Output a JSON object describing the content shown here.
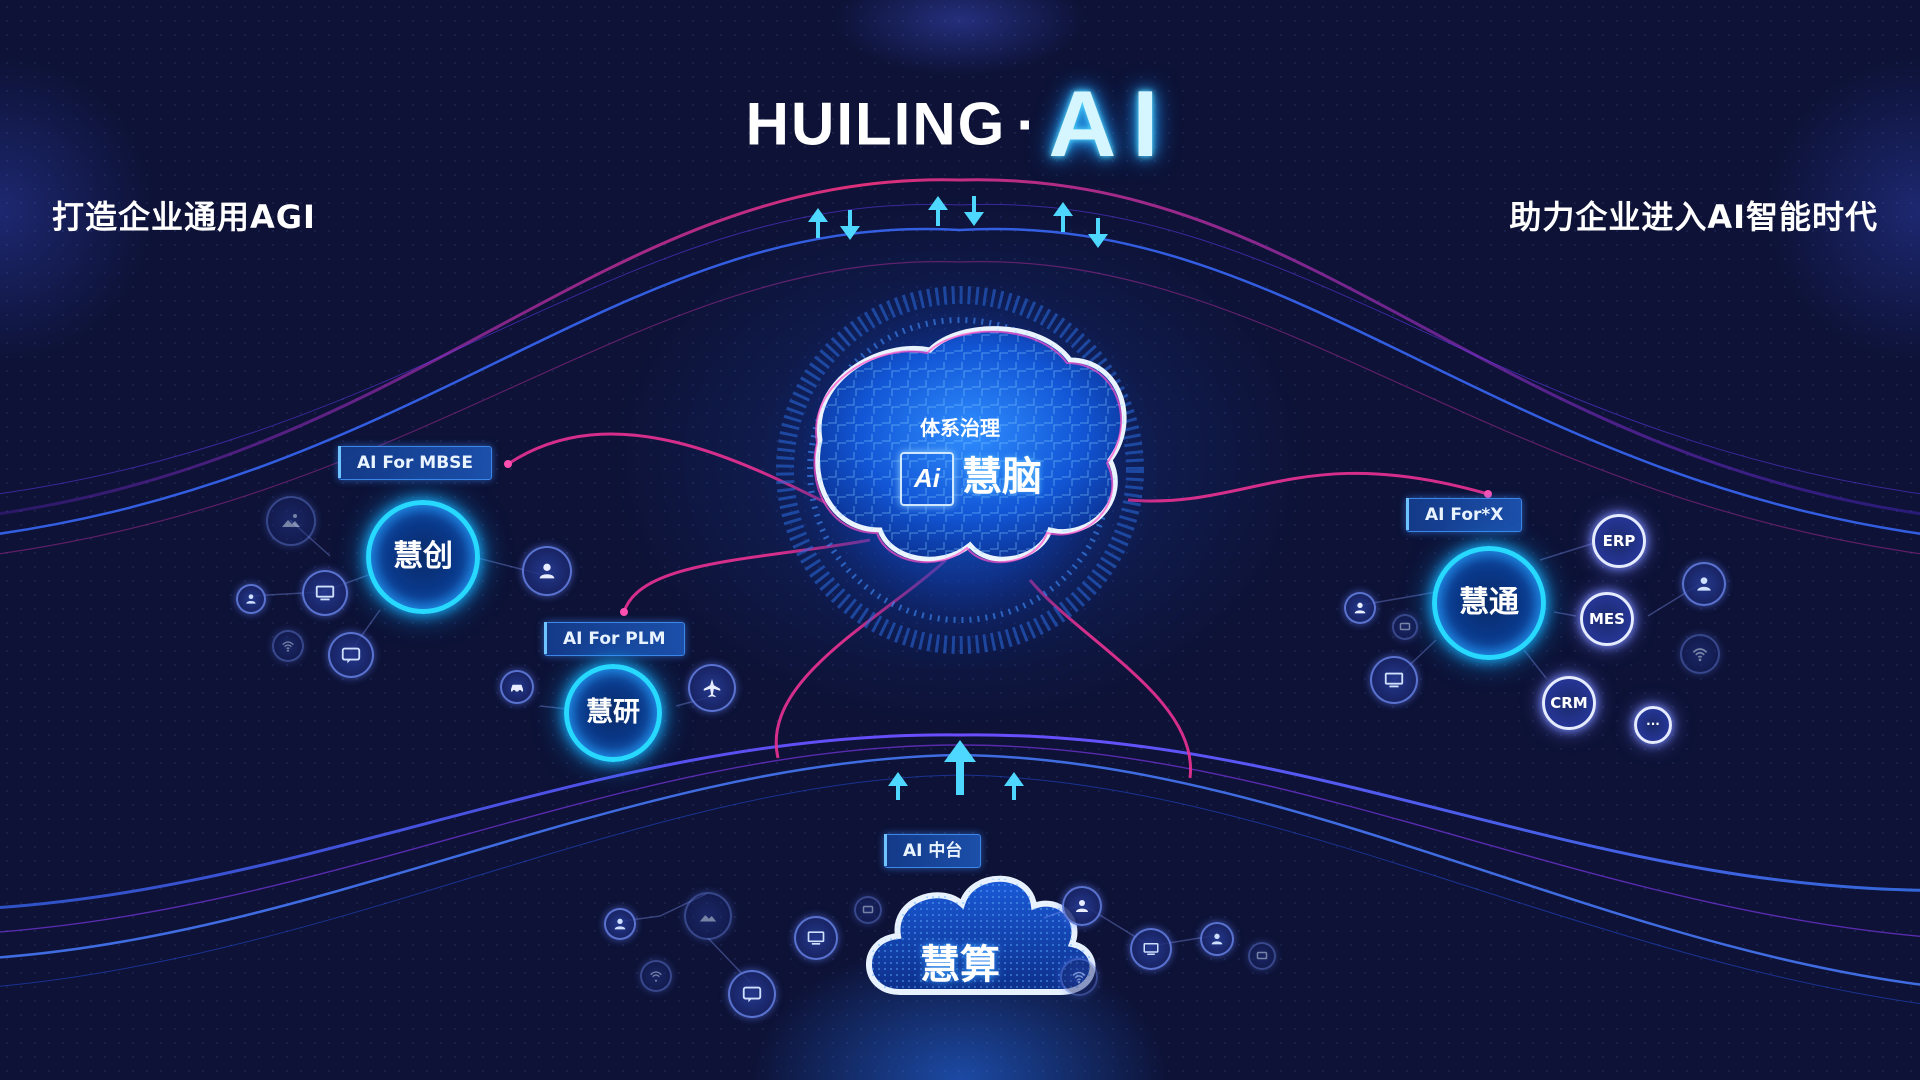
{
  "header": {
    "title_left": "HUILING",
    "title_sep": "·",
    "title_right": "AI",
    "slogan_left": "打造企业通用AGI",
    "slogan_right": "助力企业进入AI智能时代"
  },
  "brain": {
    "subtitle": "体系治理",
    "badge": "Ai",
    "name": "慧脑"
  },
  "modules": {
    "mbse": {
      "tag": "AI For MBSE",
      "name": "慧创"
    },
    "plm": {
      "tag": "AI For PLM",
      "name": "慧研"
    },
    "x": {
      "tag": "AI For*X",
      "name": "慧通",
      "satellites": [
        "ERP",
        "MES",
        "CRM",
        "···"
      ]
    },
    "platform": {
      "tag": "AI 中台",
      "name": "慧算"
    }
  },
  "colors": {
    "background": "#0d1236",
    "neon_cyan": "#27d8ff",
    "magenta_line": "#e0308f",
    "wave_blue": "#3a6dff",
    "wave_purple": "#8a3cff"
  },
  "icons": [
    "user-icon",
    "monitor-icon",
    "chat-icon",
    "wifi-icon",
    "image-icon",
    "car-icon",
    "plane-icon",
    "arrow-up-icon",
    "arrow-down-icon",
    "brain-icon",
    "cloud-icon"
  ]
}
